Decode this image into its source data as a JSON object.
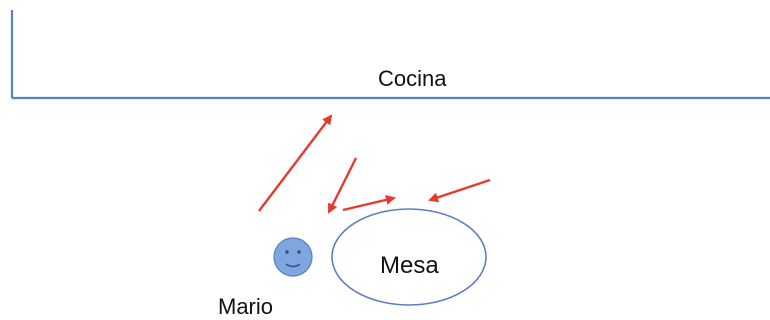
{
  "labels": {
    "kitchen": "Cocina",
    "table": "Mesa",
    "person": "Mario"
  },
  "colors": {
    "wall": "#5b80bf",
    "arrow": "#e63a2e",
    "face_fill": "#7ea6df",
    "face_stroke": "#5b80bf",
    "table_stroke": "#5b80bf"
  },
  "icons": {
    "person": "smiley-face-icon",
    "arrow": "red-arrow-icon"
  }
}
